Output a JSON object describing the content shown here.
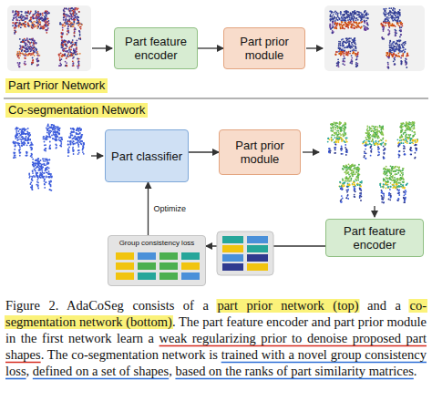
{
  "diagram": {
    "caption": "Figure 2. AdaCoSeg consists of a part prior network (top) and a co-segmentation network (bottom). The part feature encoder and part prior module in the first network learn a weak regularizing prior to denoise proposed part shapes. The co-segmentation network is trained with a novel group consistency loss, defined on a set of shapes, based on the ranks of part similarity matrices.",
    "nodes": [
      {
        "text": [
          "Part feature encoder"
        ]
      },
      {
        "text": [
          "Part prior module"
        ]
      },
      {
        "text": [
          "Part classifier"
        ]
      },
      {
        "text": [
          "Part prior module"
        ]
      },
      {
        "text": [
          "Part feature encoder"
        ]
      },
      {
        "text": [
          "Group consistency loss"
        ]
      }
    ],
    "edges": [
      {
        "from": 0,
        "to": 1,
        "arrow": "to"
      },
      {
        "from": 2,
        "to": 3,
        "arrow": "to"
      },
      {
        "from": 4,
        "to": 5,
        "arrow": "to"
      },
      {
        "from": 5,
        "to": 2,
        "arrow": "to",
        "label": "Optimize"
      }
    ],
    "labels": [
      "Part Prior Network",
      "Co-segmentation Network"
    ]
  }
}
